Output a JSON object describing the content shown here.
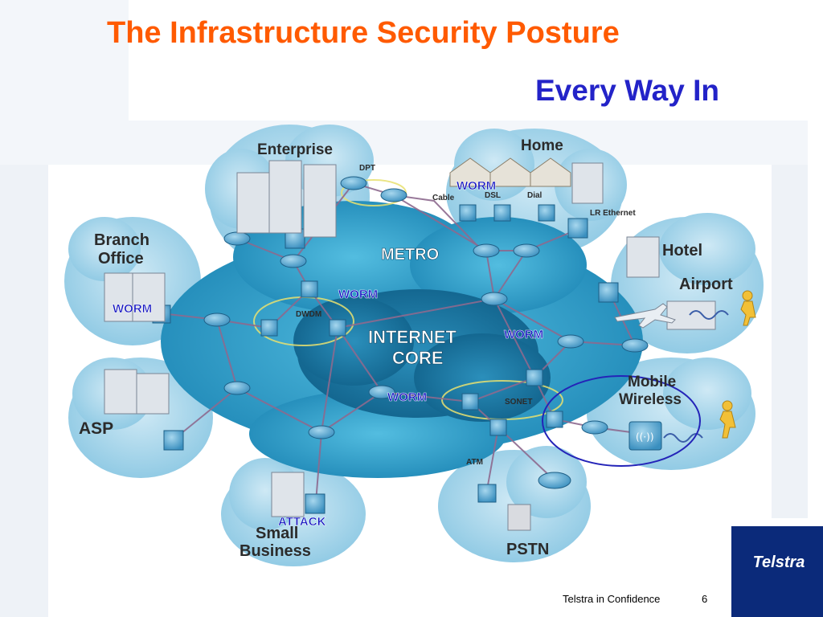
{
  "slide": {
    "title": "The Infrastructure Security Posture",
    "subtitle": "Every Way In"
  },
  "diagram": {
    "core_label_line1": "INTERNET",
    "core_label_line2": "CORE",
    "metro_label": "METRO",
    "regions": {
      "enterprise": "Enterprise",
      "home": "Home",
      "branch_line1": "Branch",
      "branch_line2": "Office",
      "hotel": "Hotel",
      "airport": "Airport",
      "mobile_line1": "Mobile",
      "mobile_line2": "Wireless",
      "asp": "ASP",
      "small_business_line1": "Small",
      "small_business_line2": "Business",
      "pstn": "PSTN"
    },
    "tech_labels": {
      "dpt": "DPT",
      "cable": "Cable",
      "dsl": "DSL",
      "dial": "Dial",
      "lr_ethernet": "LR Ethernet",
      "dwdm": "DWDM",
      "sonet": "SONET",
      "atm": "ATM"
    },
    "threats": {
      "worm_home": "WORM",
      "worm_branch": "WORM",
      "worm_metro": "WORM",
      "worm_right": "WORM",
      "worm_sonet": "WORM",
      "attack": "ATTACK"
    }
  },
  "footer": {
    "confidentiality": "Telstra in Confidence",
    "page_number": "6",
    "logo_text": "Telstra"
  },
  "colors": {
    "title": "#ff5a00",
    "subtitle": "#2323c8",
    "threat_label": "#1010c0",
    "logo_background": "#0b2a7a"
  }
}
